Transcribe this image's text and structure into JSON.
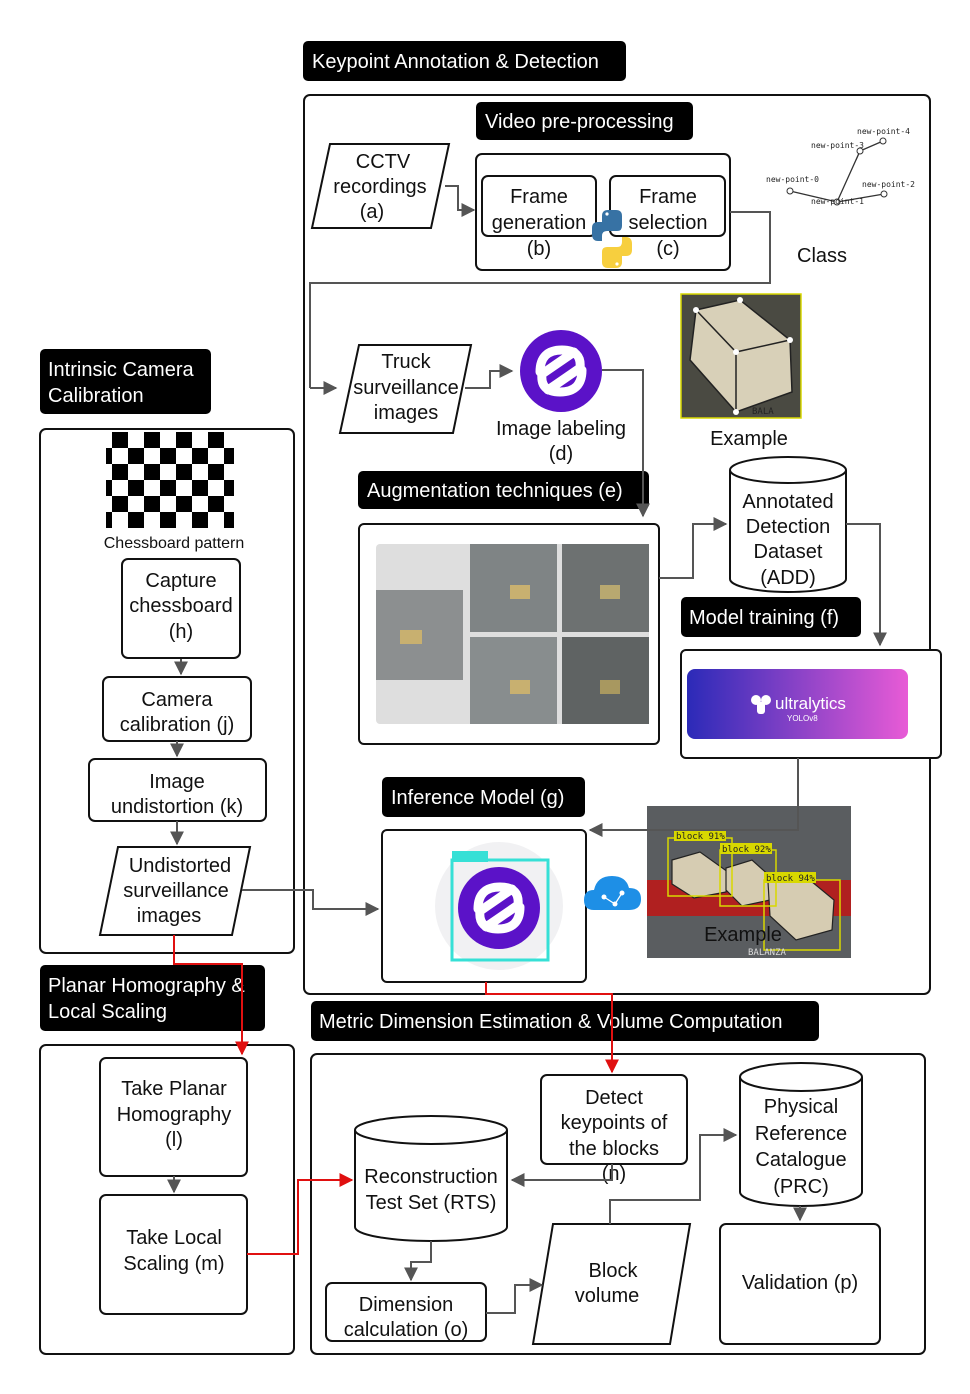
{
  "headers": {
    "keypoint": "Keypoint Annotation & Detection",
    "video": "Video pre-processing",
    "intrinsic_1": "Intrinsic Camera",
    "intrinsic_2": "Calibration",
    "augmentation": "Augmentation techniques (e)",
    "model_training": "Model training (f)",
    "inference": "Inference Model (g)",
    "planar_1": "Planar Homography &",
    "planar_2": "Local Scaling",
    "metric": "Metric Dimension Estimation & Volume Computation"
  },
  "nodes": {
    "cctv": [
      "CCTV",
      "recordings",
      "(a)"
    ],
    "frame_gen": [
      "Frame",
      "generation",
      "(b)"
    ],
    "frame_sel": [
      "Frame",
      "selection",
      "(c)"
    ],
    "class_label": "Class",
    "keypoints": [
      "new-point-4",
      "new-point-3",
      "new-point-0",
      "new-point-2",
      "new-point-1"
    ],
    "truck": [
      "Truck",
      "surveillance",
      "images"
    ],
    "image_labeling": [
      "Image labeling",
      "(d)"
    ],
    "example1": "Example",
    "example1_stamp": "BALA",
    "add": [
      "Annotated",
      "Detection",
      "Dataset",
      "(ADD)"
    ],
    "chessboard": "Chessboard pattern",
    "capture": [
      "Capture",
      "chessboard",
      "(h)"
    ],
    "calibration": [
      "Camera",
      "calibration (j)"
    ],
    "undistortion": [
      "Image",
      "undistortion (k)"
    ],
    "undistorted": [
      "Undistorted",
      "surveillance",
      "images"
    ],
    "yolo_brand": "ultralytics",
    "yolo_sub": "YOLOv8",
    "example2": "Example",
    "example2_stamp": "BALANZA",
    "detections": [
      "block 91%",
      "block 92%",
      "block 94%"
    ],
    "homography": [
      "Take Planar",
      "Homography",
      "(l)"
    ],
    "scaling": [
      "Take Local",
      "Scaling (m)"
    ],
    "detect_kp": [
      "Detect",
      "keypoints of",
      "the blocks",
      "(n)"
    ],
    "prc": [
      "Physical",
      "Reference",
      "Catalogue",
      "(PRC)"
    ],
    "rts": [
      "Reconstruction",
      "Test Set (RTS)"
    ],
    "dimension": [
      "Dimension",
      "calculation (o)"
    ],
    "volume": [
      "Block",
      "volume"
    ],
    "validation": "Validation (p)"
  },
  "colors": {
    "header_bg": "#000000",
    "accent_purple": "#5b12c8",
    "red_flow": "#e01010",
    "yolo_gradient": [
      "#2b2ab8",
      "#e85bd6"
    ],
    "python_blue": "#3772a4",
    "python_yellow": "#f7cf3e"
  }
}
